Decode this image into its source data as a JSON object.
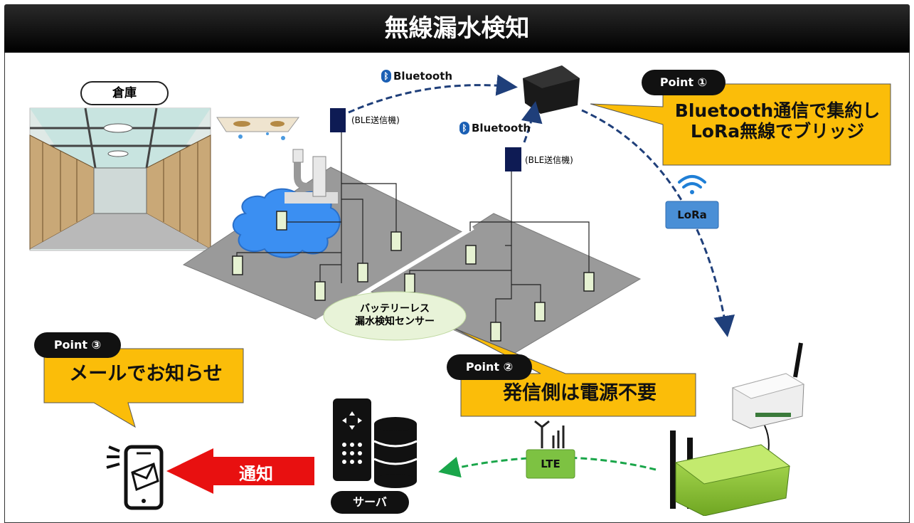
{
  "title": "無線漏水検知",
  "warehouse_label": "倉庫",
  "bluetooth_label": "Bluetooth",
  "ble_tx_label": "(BLE送信機)",
  "sensor_label_line1": "バッテリーレス",
  "sensor_label_line2": "漏水検知センサー",
  "lora_label": "LoRa",
  "lte_label": "LTE",
  "server_label": "サーバ",
  "notify_label": "通知",
  "point1": {
    "tag": "Point ①",
    "line1": "Bluetooth通信で集約し",
    "line2": "LoRa無線でブリッジ"
  },
  "point2": {
    "tag": "Point ②",
    "text": "発信側は電源不要"
  },
  "point3": {
    "tag": "Point ③",
    "text": "メールでお知らせ"
  },
  "colors": {
    "callout": "#fbbd09",
    "arrow_blue": "#1f3f7a",
    "arrow_green": "#1aa64a",
    "notify_red": "#e81010",
    "floor": "#9a9a9a",
    "sensor": "#e6f2d2",
    "tx_box": "#0e1b54",
    "lora_box": "#4a8fd6",
    "lte_box": "#7dc242",
    "puddle": "#3b8ff2"
  },
  "icons": [
    "bluetooth-icon",
    "wifi-icon",
    "antenna-icon",
    "smartphone-icon",
    "mail-icon",
    "server-icon",
    "database-icon"
  ]
}
